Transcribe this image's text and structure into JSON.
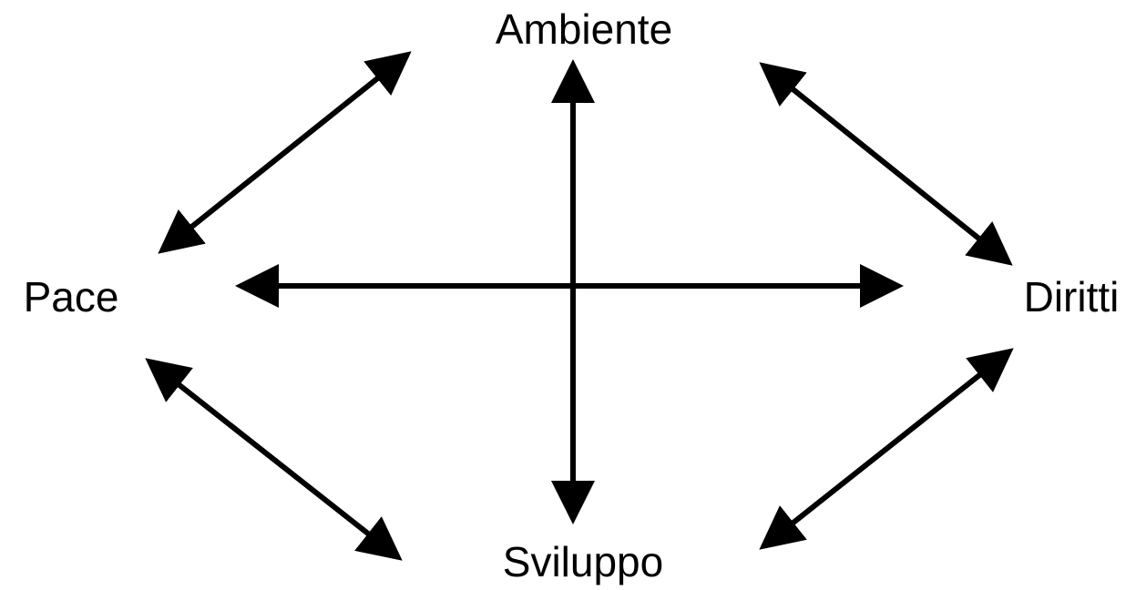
{
  "nodes": {
    "top": "Ambiente",
    "left": "Pace",
    "right": "Diritti",
    "bottom": "Sviluppo"
  },
  "style": {
    "arrow_color": "#000000",
    "background": "#ffffff"
  },
  "connections": [
    {
      "from": "left",
      "to": "top",
      "bidirectional": true
    },
    {
      "from": "top",
      "to": "right",
      "bidirectional": true
    },
    {
      "from": "left",
      "to": "bottom",
      "bidirectional": true
    },
    {
      "from": "bottom",
      "to": "right",
      "bidirectional": true
    },
    {
      "from": "left",
      "to": "right",
      "bidirectional": true
    },
    {
      "from": "top",
      "to": "bottom",
      "bidirectional": true
    }
  ]
}
